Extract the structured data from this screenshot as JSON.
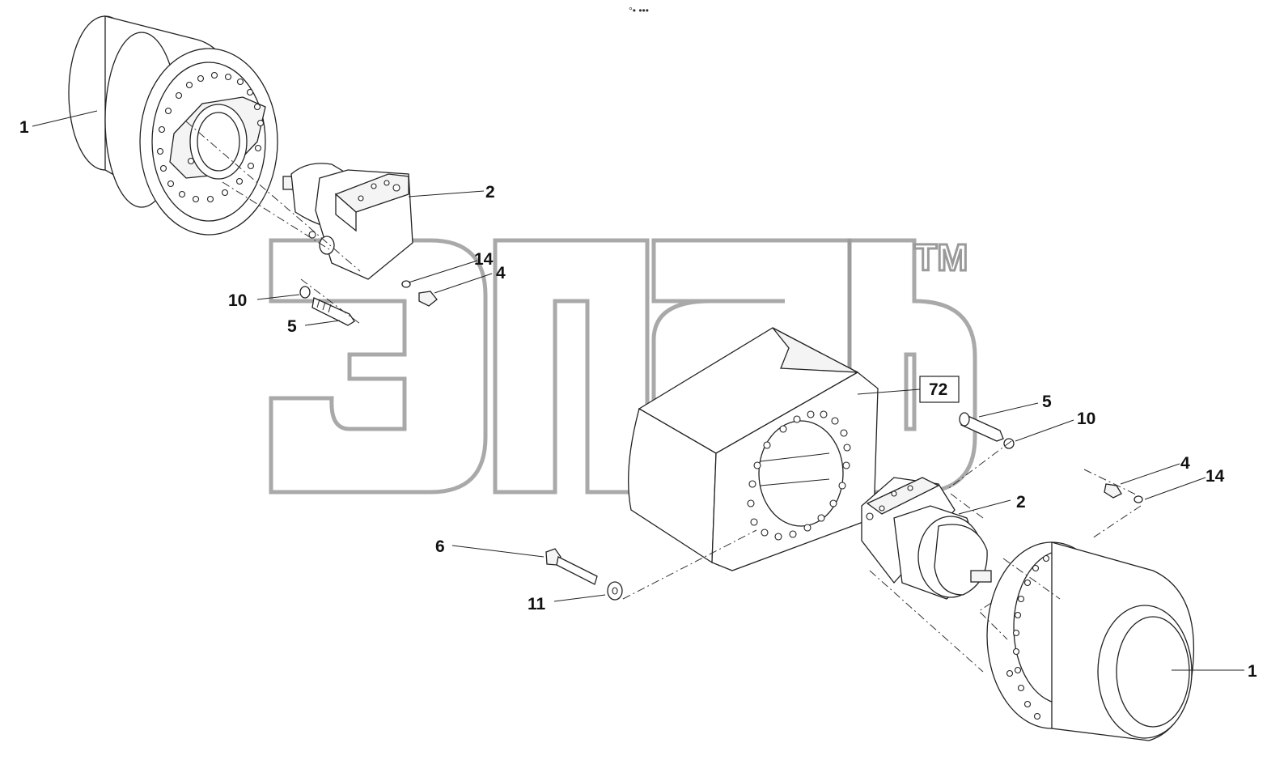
{
  "header_mark": "°• •••",
  "watermark_tm": "TM",
  "callouts": {
    "c1_left": "1",
    "c2_top": "2",
    "c14_top": "14",
    "c4_top": "4",
    "c10_left": "10",
    "c5_left": "5",
    "c72": "72",
    "c5_right": "5",
    "c10_right": "10",
    "c4_right": "4",
    "c14_right": "14",
    "c2_bottom": "2",
    "c6": "6",
    "c11": "11",
    "c1_right": "1"
  }
}
